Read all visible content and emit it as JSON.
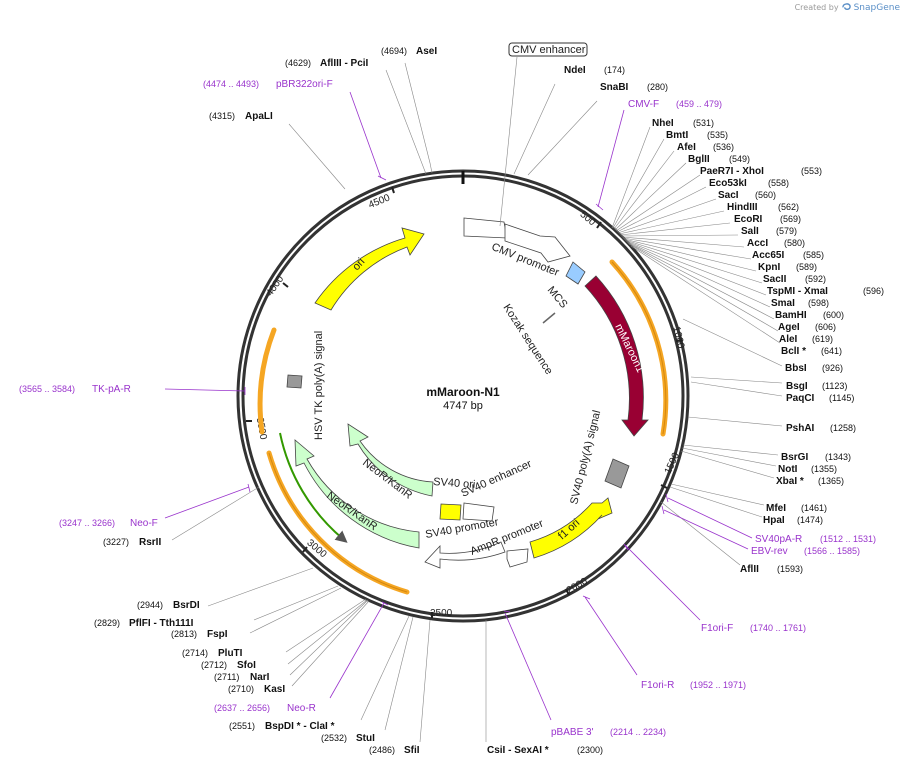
{
  "credit": {
    "prefix": "Created by",
    "brand": "SnapGene"
  },
  "plasmid": {
    "name": "mMaroon-N1",
    "size_label": "4747 bp",
    "length": 4747
  },
  "ticks": [
    "500",
    "1000",
    "1500",
    "2000",
    "2500",
    "3000",
    "3500",
    "4000",
    "4500"
  ],
  "features": [
    {
      "label": "CMV enhancer",
      "start": 1,
      "end": 304,
      "boxed": true
    },
    {
      "label": "CMV promoter",
      "start": 305,
      "end": 508
    },
    {
      "label": "MCS",
      "start": 591,
      "end": 667
    },
    {
      "label": "Kozak sequence",
      "start": 676,
      "end": 685
    },
    {
      "label": "mMaroon1",
      "start": 679,
      "end": 1374
    },
    {
      "label": "SV40 poly(A) signal",
      "start": 1498,
      "end": 1619
    },
    {
      "label": "f1 ori",
      "start": 1666,
      "end": 2121
    },
    {
      "label": "AmpR promoter",
      "start": 2148,
      "end": 2252
    },
    {
      "label": "SV40 promoter",
      "start": 2254,
      "end": 2611
    },
    {
      "label": "SV40 ori",
      "start": 2462,
      "end": 2597
    },
    {
      "label": "SV40 enhancer",
      "start": 2283,
      "end": 2454
    },
    {
      "label": "NeoR/KanR",
      "start": 2659,
      "end": 3453
    },
    {
      "label": "HSV TK poly(A) signal",
      "start": 3689,
      "end": 3707
    },
    {
      "label": "ori",
      "start": 4037,
      "end": 4625
    }
  ],
  "sites": [
    {
      "name": "AseI",
      "pos": "(4694)"
    },
    {
      "name": "AflIII  - PciI",
      "pos": "(4629)"
    },
    {
      "name": "ApaLI",
      "pos": "(4315)"
    },
    {
      "name": "NdeI",
      "pos": "(174)"
    },
    {
      "name": "SnaBI",
      "pos": "(280)"
    },
    {
      "name": "NheI",
      "pos": "(531)"
    },
    {
      "name": "BmtI",
      "pos": "(535)"
    },
    {
      "name": "AfeI",
      "pos": "(536)"
    },
    {
      "name": "BglII",
      "pos": "(549)"
    },
    {
      "name": "PaeR7I  - XhoI",
      "pos": "(553)"
    },
    {
      "name": "Eco53kI",
      "pos": "(558)"
    },
    {
      "name": "SacI",
      "pos": "(560)"
    },
    {
      "name": "HindIII",
      "pos": "(562)"
    },
    {
      "name": "EcoRI",
      "pos": "(569)"
    },
    {
      "name": "SalI",
      "pos": "(579)"
    },
    {
      "name": "AccI",
      "pos": "(580)"
    },
    {
      "name": "Acc65I",
      "pos": "(585)"
    },
    {
      "name": "KpnI",
      "pos": "(589)"
    },
    {
      "name": "SacII",
      "pos": "(592)"
    },
    {
      "name": "TspMI  - XmaI",
      "pos": "(596)"
    },
    {
      "name": "SmaI",
      "pos": "(598)"
    },
    {
      "name": "BamHI",
      "pos": "(600)"
    },
    {
      "name": "AgeI",
      "pos": "(606)"
    },
    {
      "name": "AleI",
      "pos": "(619)"
    },
    {
      "name": "BclI *",
      "pos": "(641)"
    },
    {
      "name": "BbsI",
      "pos": "(926)"
    },
    {
      "name": "BsgI",
      "pos": "(1123)"
    },
    {
      "name": "PaqCI",
      "pos": "(1145)"
    },
    {
      "name": "PshAI",
      "pos": "(1258)"
    },
    {
      "name": "BsrGI",
      "pos": "(1343)"
    },
    {
      "name": "NotI",
      "pos": "(1355)"
    },
    {
      "name": "XbaI *",
      "pos": "(1365)"
    },
    {
      "name": "MfeI",
      "pos": "(1461)"
    },
    {
      "name": "HpaI",
      "pos": "(1474)"
    },
    {
      "name": "AflII",
      "pos": "(1593)"
    },
    {
      "name": "CsiI  - SexAI *",
      "pos": "(2300)"
    },
    {
      "name": "SfiI",
      "pos": "(2486)"
    },
    {
      "name": "StuI",
      "pos": "(2532)"
    },
    {
      "name": "BspDI *  - ClaI *",
      "pos": "(2551)"
    },
    {
      "name": "KasI",
      "pos": "(2710)"
    },
    {
      "name": "NarI",
      "pos": "(2711)"
    },
    {
      "name": "SfoI",
      "pos": "(2712)"
    },
    {
      "name": "PluTI",
      "pos": "(2714)"
    },
    {
      "name": "FspI",
      "pos": "(2813)"
    },
    {
      "name": "PflFI  - Tth111I",
      "pos": "(2829)"
    },
    {
      "name": "BsrDI",
      "pos": "(2944)"
    },
    {
      "name": "RsrII",
      "pos": "(3227)"
    }
  ],
  "primers": [
    {
      "name": "pBR322ori-F",
      "range": "(4474 .. 4493)"
    },
    {
      "name": "CMV-F",
      "range": "(459 .. 479)"
    },
    {
      "name": "SV40pA-R",
      "range": "(1512 .. 1531)"
    },
    {
      "name": "EBV-rev",
      "range": "(1566 .. 1585)"
    },
    {
      "name": "F1ori-F",
      "range": "(1740 .. 1761)"
    },
    {
      "name": "F1ori-R",
      "range": "(1952 .. 1971)"
    },
    {
      "name": "pBABE 3'",
      "range": "(2214 .. 2234)"
    },
    {
      "name": "Neo-R",
      "range": "(2637 .. 2656)"
    },
    {
      "name": "Neo-F",
      "range": "(3247 .. 3266)"
    },
    {
      "name": "TK-pA-R",
      "range": "(3565 .. 3584)"
    }
  ],
  "colors": {
    "backbone": "#333333",
    "primer": "#9933cc",
    "ori": "#ffff00",
    "promoter": "#ffffff",
    "mcs": "#99ccff",
    "maroon": "#990033",
    "polyA": "#999999",
    "neo": "#ccffcc",
    "orange_band": "#f5a623",
    "green_band": "#339900"
  }
}
